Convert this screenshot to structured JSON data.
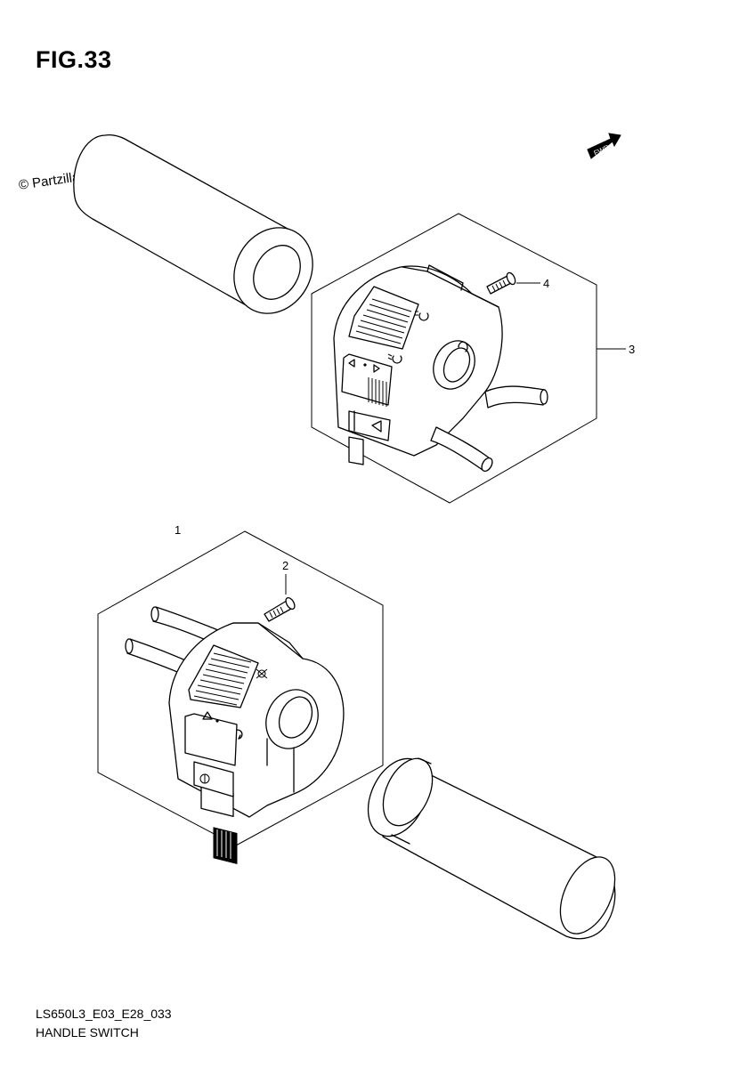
{
  "figure": {
    "title": "FIG.33",
    "watermark": "© Partzilla.com",
    "fwd_label": "FWD",
    "drawing_code": "LS650L3_E03_E28_033",
    "drawing_name": "HANDLE SWITCH"
  },
  "callouts": [
    {
      "id": "1",
      "label": "1"
    },
    {
      "id": "2",
      "label": "2"
    },
    {
      "id": "3",
      "label": "3"
    },
    {
      "id": "4",
      "label": "4"
    }
  ]
}
